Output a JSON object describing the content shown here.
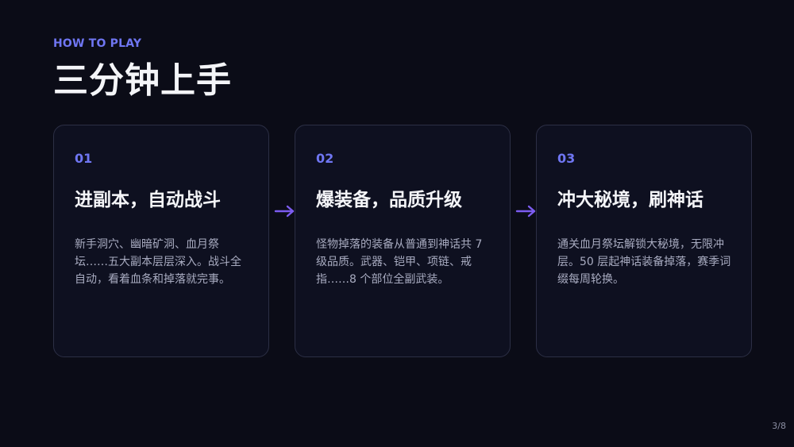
{
  "header": {
    "kicker": "HOW TO PLAY",
    "title": "三分钟上手"
  },
  "steps": [
    {
      "number": "01",
      "title": "进副本，自动战斗",
      "description": "新手洞穴、幽暗矿洞、血月祭坛……五大副本层层深入。战斗全自动，看着血条和掉落就完事。"
    },
    {
      "number": "02",
      "title": "爆装备，品质升级",
      "description": "怪物掉落的装备从普通到神话共 7 级品质。武器、铠甲、项链、戒指……8 个部位全副武装。"
    },
    {
      "number": "03",
      "title": "冲大秘境，刷神话",
      "description": "通关血月祭坛解锁大秘境，无限冲层。50 层起神话装备掉落，赛季词缀每周轮换。"
    }
  ],
  "arrows": [
    {
      "icon": "arrow-right-icon",
      "color": "#7c5cf0"
    },
    {
      "icon": "arrow-right-icon",
      "color": "#7c5cf0"
    }
  ],
  "footer": {
    "page_indicator": "3/8"
  },
  "colors": {
    "background": "#0b0c17",
    "accent": "#6f76f2",
    "card_border": "#2c2f45",
    "text_primary": "#f4f5f8",
    "text_secondary": "#a8abc0"
  }
}
